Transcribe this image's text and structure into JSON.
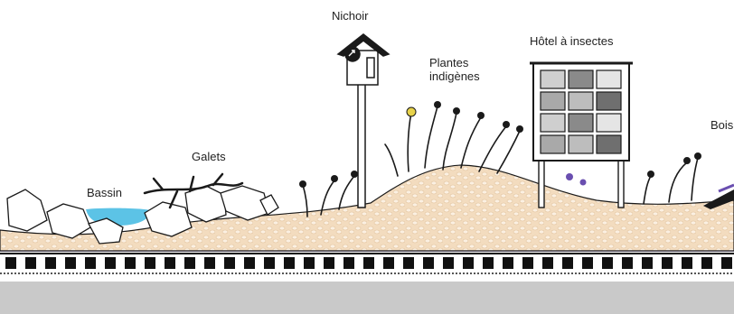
{
  "labels": {
    "nichoir": "Nichoir",
    "hotel": "Hôtel à insectes",
    "plantes_line1": "Plantes",
    "plantes_line2": "indigènes",
    "galets": "Galets",
    "bassin": "Bassin",
    "bois": "Bois"
  },
  "colors": {
    "sand": "#f3dcbf",
    "sand_dots": "#fbf0e2",
    "water": "#5cc3e6",
    "stripe_dark": "#111111",
    "ground_grey": "#c9c9c9",
    "ink": "#1a1a1a",
    "flower_purple": "#6a4fb0",
    "flower_yellow": "#e7d24a"
  },
  "icons": [
    "birdhouse-icon",
    "insect-hotel-icon",
    "rocks-icon",
    "plants-icon",
    "water-pool-icon",
    "driftwood-icon"
  ]
}
